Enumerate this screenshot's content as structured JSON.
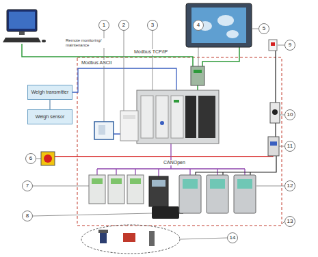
{
  "diagram": {
    "nodes": [
      {
        "text": [
          "1"
        ]
      },
      {
        "text": [
          "2"
        ]
      },
      {
        "text": [
          "3"
        ]
      },
      {
        "text": [
          "4"
        ]
      },
      {
        "text": [
          "5"
        ]
      },
      {
        "text": [
          "9"
        ]
      },
      {
        "text": [
          "Weigh transmitter"
        ]
      },
      {
        "text": [
          "Weigh sensor"
        ]
      },
      {
        "text": [
          "10"
        ]
      },
      {
        "text": [
          "11"
        ]
      },
      {
        "text": [
          "6"
        ]
      },
      {
        "text": [
          "7"
        ]
      },
      {
        "text": [
          "12"
        ]
      },
      {
        "text": [
          "8"
        ]
      },
      {
        "text": [
          "13"
        ]
      },
      {
        "text": [
          "14"
        ]
      }
    ],
    "edges": [
      {
        "from": 6,
        "to": 7,
        "arrow": "none"
      }
    ],
    "labels": [
      "Remote monitoring/ maintenance",
      "Modbus TCP/IP",
      "Modbus ASCII",
      "CANOpen"
    ]
  }
}
